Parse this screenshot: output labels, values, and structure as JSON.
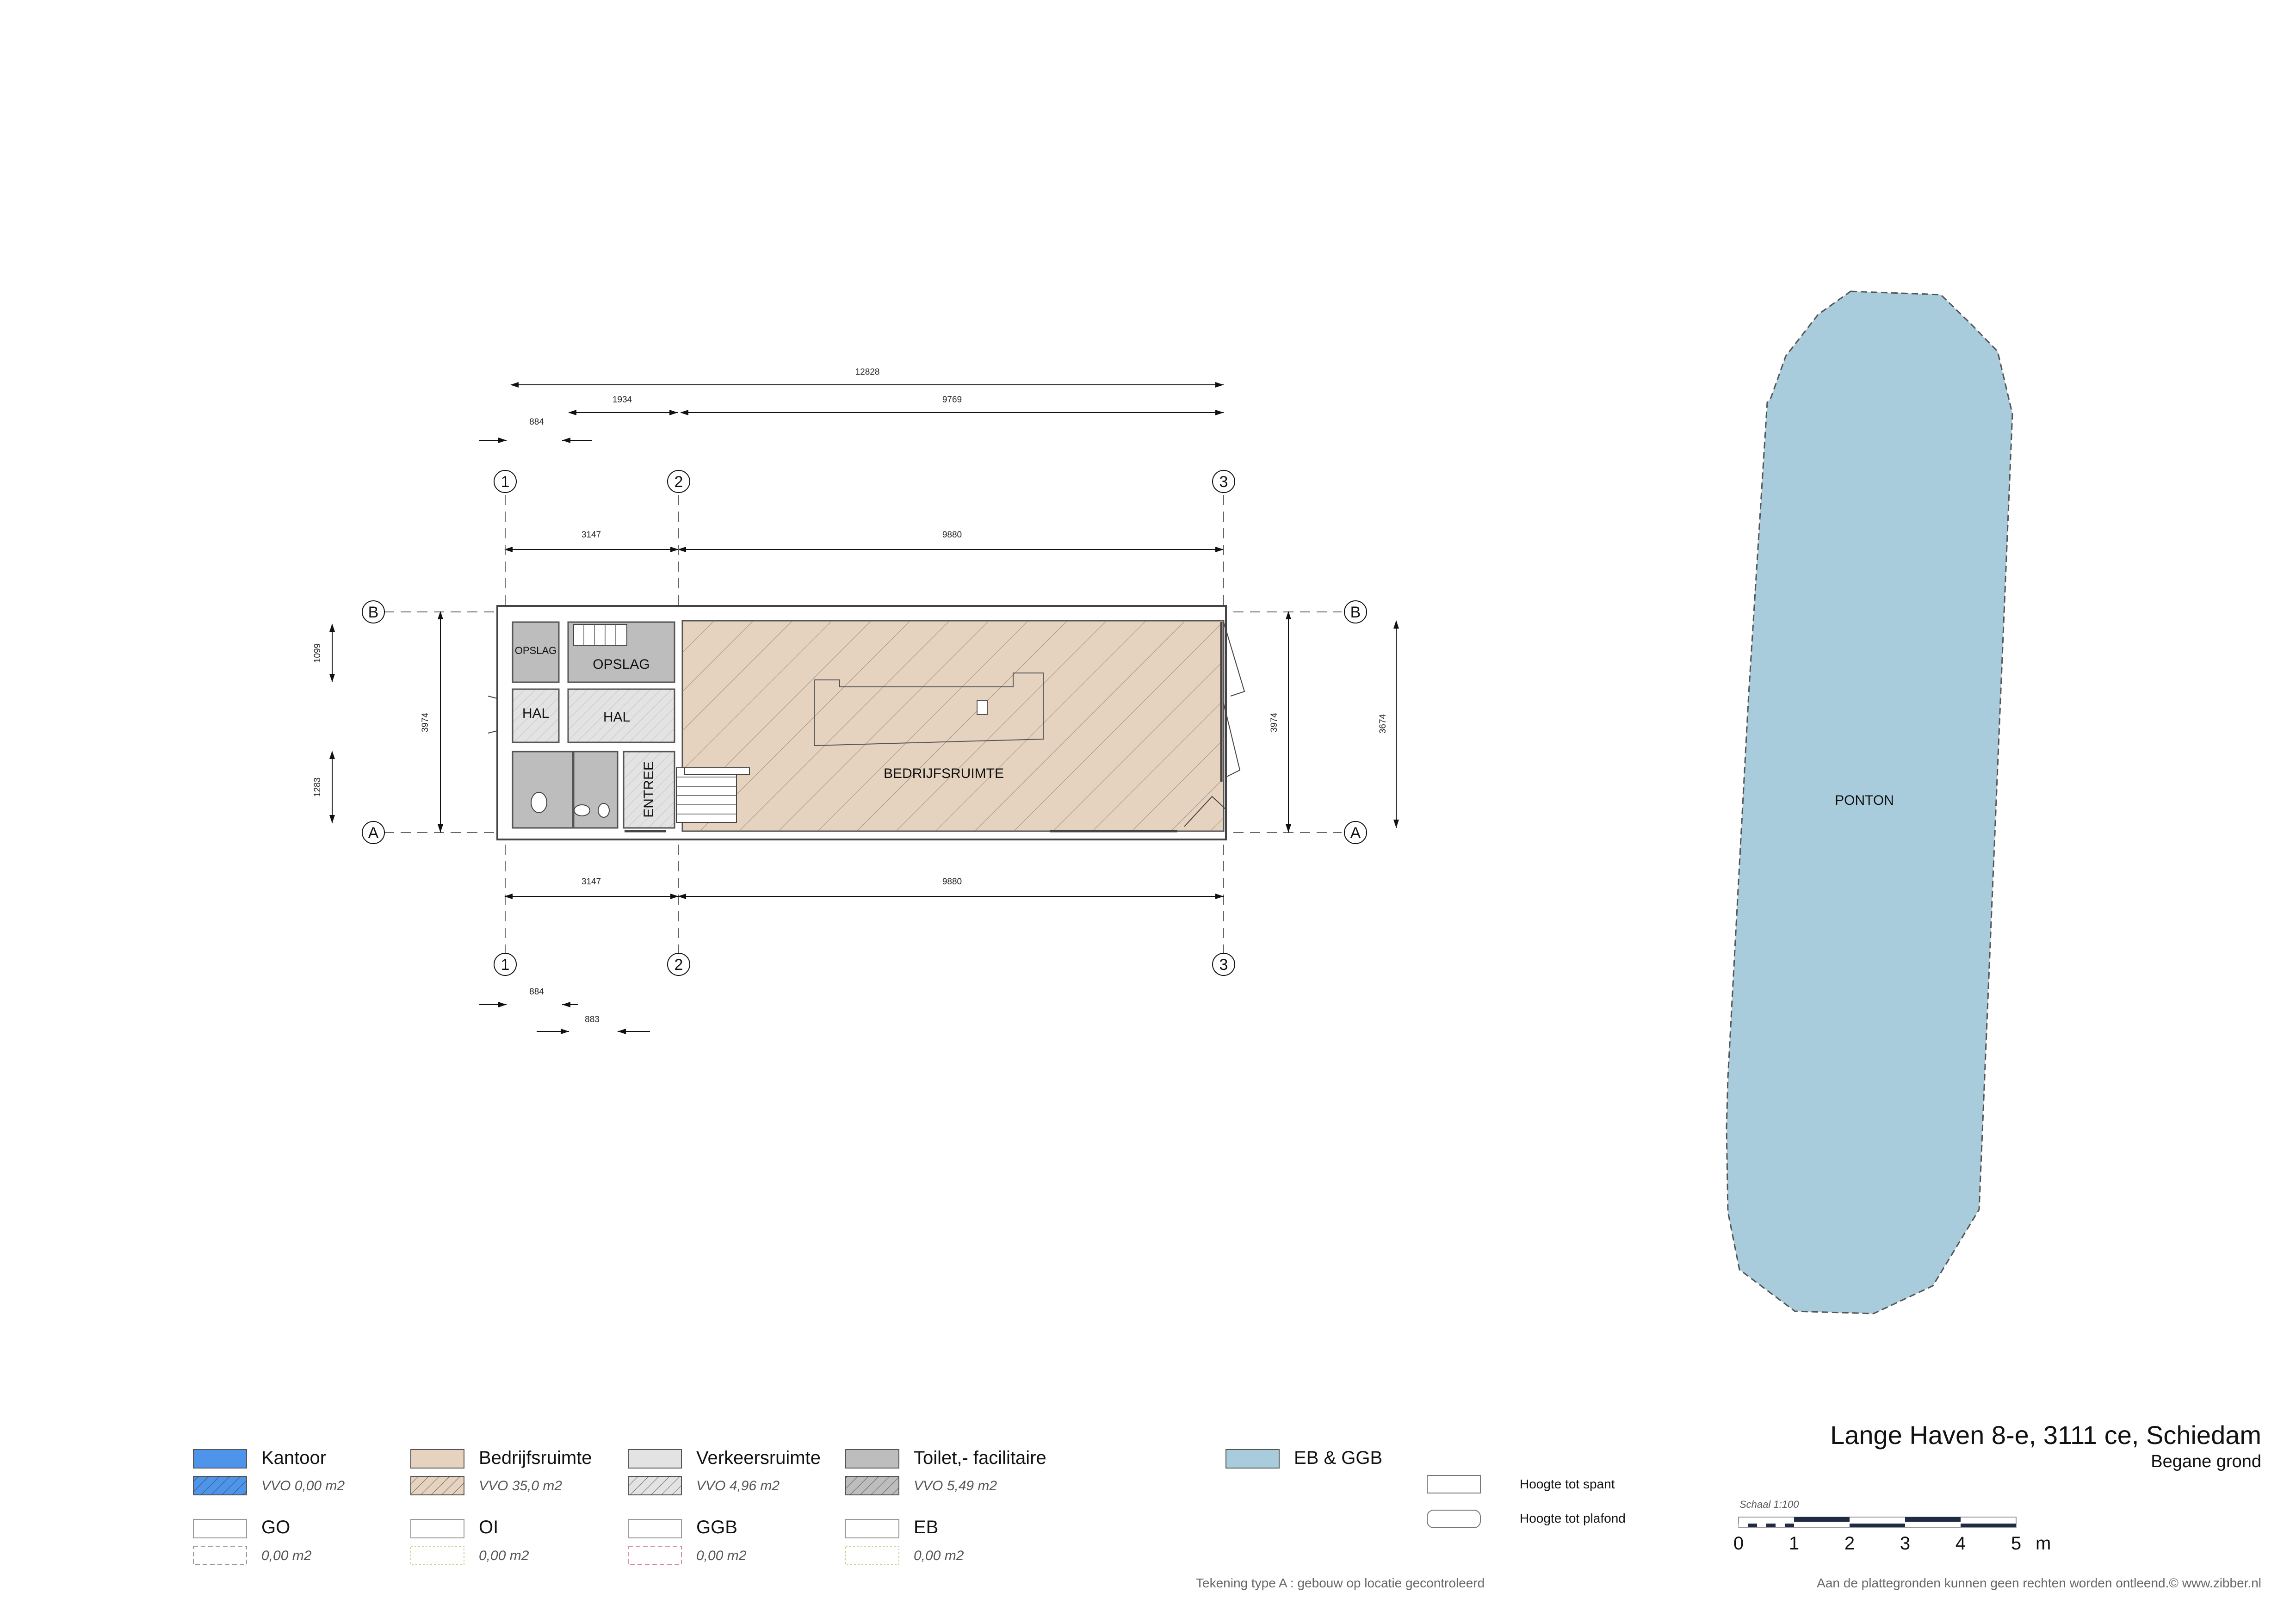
{
  "dimensions": {
    "top_total": "12828",
    "top_left": "1934",
    "top_right": "9769",
    "top_small": "884",
    "grid_12": "3147",
    "grid_23": "9880",
    "bottom_12": "3147",
    "bottom_23": "9880",
    "bottom_small_1": "884",
    "bottom_small_2": "883",
    "left_total": "3974",
    "left_upper": "1099",
    "left_lower": "1283",
    "right_inner": "3974",
    "right_outer": "3674"
  },
  "grid_labels": {
    "col1": "1",
    "col2": "2",
    "col3": "3",
    "rowA": "A",
    "rowB": "B"
  },
  "rooms": {
    "opslag_small": "OPSLAG",
    "opslag": "OPSLAG",
    "hal_left": "HAL",
    "hal_right": "HAL",
    "entree": "ENTREE",
    "bedrijfsruimte": "BEDRIJFSRUIMTE",
    "ponton": "PONTON"
  },
  "legend": {
    "items": [
      {
        "label": "Kantoor",
        "area": "VVO 0,00 m2",
        "color": "#4d94ea"
      },
      {
        "label": "Bedrijfsruimte",
        "area": "VVO 35,0 m2",
        "color": "#e6d3bf"
      },
      {
        "label": "Verkeersruimte",
        "area": "VVO 4,96 m2",
        "color": "#e3e3e3"
      },
      {
        "label": "Toilet,- facilitaire",
        "area": "VVO 5,49 m2",
        "color": "#bdbdbd"
      },
      {
        "label": "EB & GGB",
        "area": "",
        "color": "#a9ccdc"
      }
    ],
    "outline_items": [
      {
        "label": "GO",
        "area": "0,00 m2",
        "color": "#999999"
      },
      {
        "label": "OI",
        "area": "0,00 m2",
        "color": "#c8d08a"
      },
      {
        "label": "GGB",
        "area": "0,00 m2",
        "color": "#d98a9a"
      },
      {
        "label": "EB",
        "area": "0,00 m2",
        "color": "#c8d08a"
      }
    ],
    "height_spant": "Hoogte tot spant",
    "height_plafond": "Hoogte tot plafond"
  },
  "title_block": {
    "address": "Lange Haven 8-e, 3111 ce, Schiedam",
    "floor": "Begane grond",
    "scale_label": "Schaal 1:100",
    "scale_ticks": [
      "0",
      "1",
      "2",
      "3",
      "4",
      "5"
    ],
    "scale_unit": "m"
  },
  "footer": {
    "left": "Tekening type A : gebouw op locatie gecontroleerd",
    "right": "Aan de plattegronden kunnen geen rechten worden ontleend.© www.zibber.nl"
  },
  "colors": {
    "bedrijfsruimte": "#e6d3bf",
    "verkeersruimte": "#e3e3e3",
    "toilet": "#bdbdbd",
    "ponton": "#a9ccdc",
    "kantoor": "#4d94ea"
  }
}
